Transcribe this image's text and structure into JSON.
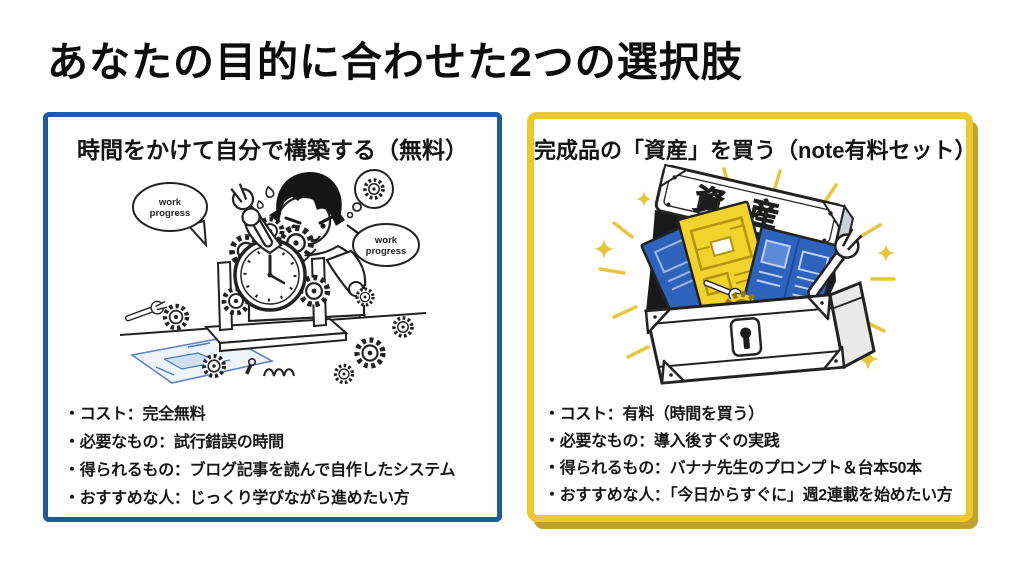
{
  "slide": {
    "title": "あなたの目的に合わせた2つの選択肢"
  },
  "colors": {
    "left_card_border": "#1d5c9c",
    "right_card_border": "#eec92d",
    "right_card_shadow": "#c2a12e",
    "title_text": "#0c0c0c",
    "asset_label_gold": "#a68c1e",
    "doc_yellow": "#f1d32b",
    "doc_blue": "#2d63bd",
    "blueprint_blue": "#4a76c4",
    "sparkle_gold": "#e8c63c"
  },
  "left_card": {
    "header": "時間をかけて自分で構築する（無料）",
    "illustration": {
      "speech_bubbles": [
        {
          "lines": [
            "work",
            "progress"
          ]
        },
        {
          "lines": [
            "work",
            "progress"
          ]
        }
      ]
    },
    "bullets": [
      "・コスト：完全無料",
      "・必要なもの：試行錯誤の時間",
      "・得られるもの：ブログ記事を読んで自作したシステム",
      "・おすすめな人：じっくり学びながら進めたい方"
    ]
  },
  "right_card": {
    "header": "完成品の「資産」を買う（note有料セット）",
    "illustration": {
      "chest_label": "資産"
    },
    "bullets": [
      "・コスト：有料（時間を買う）",
      "・必要なもの：導入後すぐの実践",
      "・得られるもの：バナナ先生のプロンプト＆台本50本",
      "・おすすめな人：「今日からすぐに」週2連載を始めたい方"
    ]
  }
}
